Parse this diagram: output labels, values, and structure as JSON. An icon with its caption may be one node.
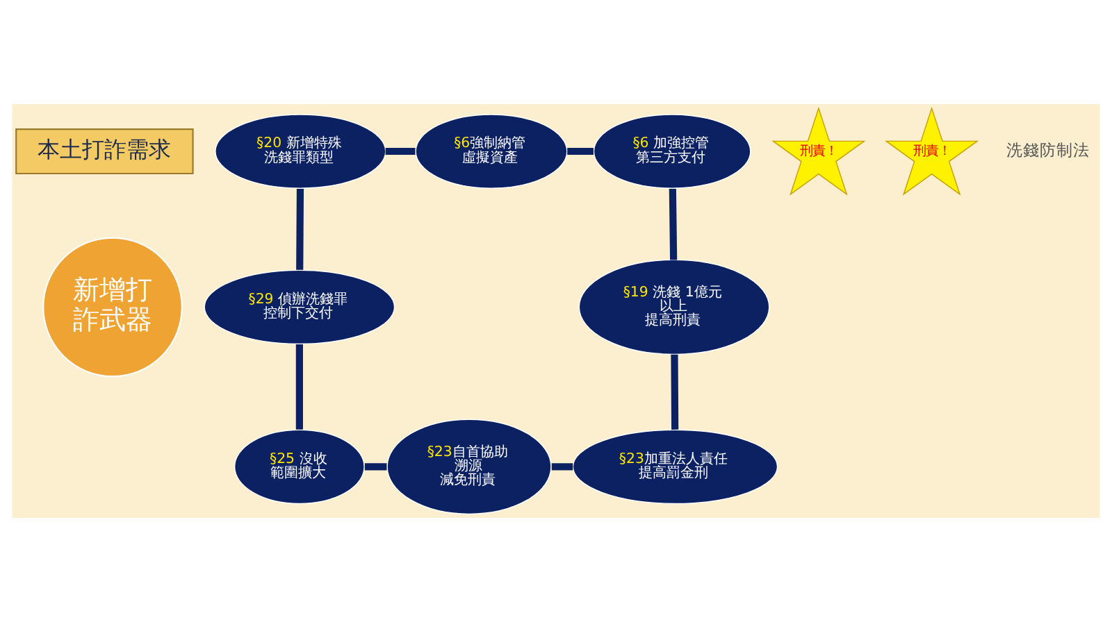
{
  "diagram": {
    "nodes": [
      {
        "text": [
          "本土打詐需求"
        ]
      },
      {
        "text": [
          "§20 新增特殊",
          "洗錢罪類型"
        ]
      },
      {
        "text": [
          "§6強制納管",
          "虛擬資產"
        ]
      },
      {
        "text": [
          "刑責！"
        ]
      },
      {
        "text": [
          "§6 加強控管",
          "第三方支付"
        ]
      },
      {
        "text": [
          "刑責！"
        ]
      },
      {
        "text": [
          "§29 偵辦洗錢罪",
          "控制下交付"
        ]
      },
      {
        "text": [
          "新增打詐武器"
        ]
      },
      {
        "text": [
          "§19 洗錢 1億元以上",
          "提高刑責"
        ]
      },
      {
        "text": [
          "§25 沒收範圍擴大"
        ]
      },
      {
        "text": [
          "§23加重法人責任",
          "提高罰金刑"
        ]
      },
      {
        "text": [
          "§23自首協助溯源",
          "減免刑責"
        ]
      }
    ],
    "edges": [
      {
        "from": 1,
        "to": 2,
        "arrow": "none"
      },
      {
        "from": 2,
        "to": 4,
        "arrow": "none"
      },
      {
        "from": 4,
        "to": 8,
        "arrow": "none"
      },
      {
        "from": 8,
        "to": 10,
        "arrow": "none"
      },
      {
        "from": 11,
        "to": 10,
        "arrow": "none"
      },
      {
        "from": 9,
        "to": 11,
        "arrow": "none"
      },
      {
        "from": 6,
        "to": 9,
        "arrow": "none"
      },
      {
        "from": 1,
        "to": 6,
        "arrow": "none"
      }
    ],
    "labels": [
      "洗錢防制法"
    ]
  }
}
